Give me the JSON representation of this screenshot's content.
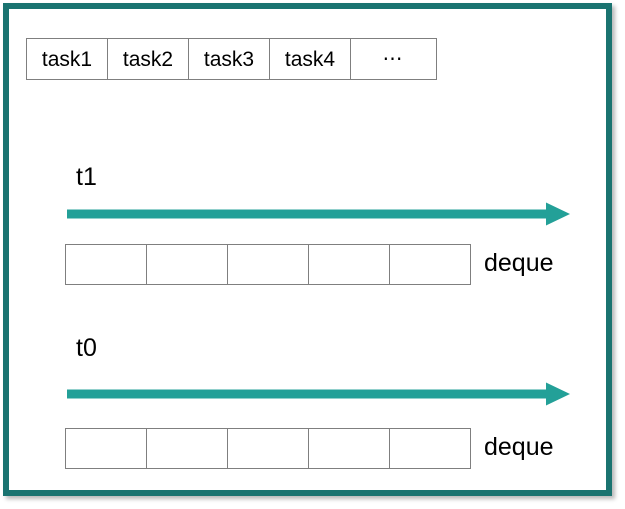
{
  "slide": {
    "border_color": "#1a7370",
    "background": "#ffffff"
  },
  "task_queue": {
    "name": "task-queue",
    "cells": [
      {
        "label": "task1"
      },
      {
        "label": "task2"
      },
      {
        "label": "task3"
      },
      {
        "label": "task4"
      },
      {
        "label": "⋯"
      }
    ]
  },
  "threads": [
    {
      "id": "t1",
      "label": "t1",
      "arrow": {
        "name": "timeline-arrow",
        "color": "#23a098",
        "direction": "right"
      },
      "deque": {
        "caption": "deque",
        "cells": [
          "",
          "",
          "",
          "",
          ""
        ]
      }
    },
    {
      "id": "t0",
      "label": "t0",
      "arrow": {
        "name": "timeline-arrow",
        "color": "#23a098",
        "direction": "right"
      },
      "deque": {
        "caption": "deque",
        "cells": [
          "",
          "",
          "",
          "",
          ""
        ]
      }
    }
  ],
  "colors": {
    "frame_teal": "#1a7370",
    "arrow_teal": "#23a098",
    "cell_border": "#7f7f7f",
    "text": "#000000"
  }
}
